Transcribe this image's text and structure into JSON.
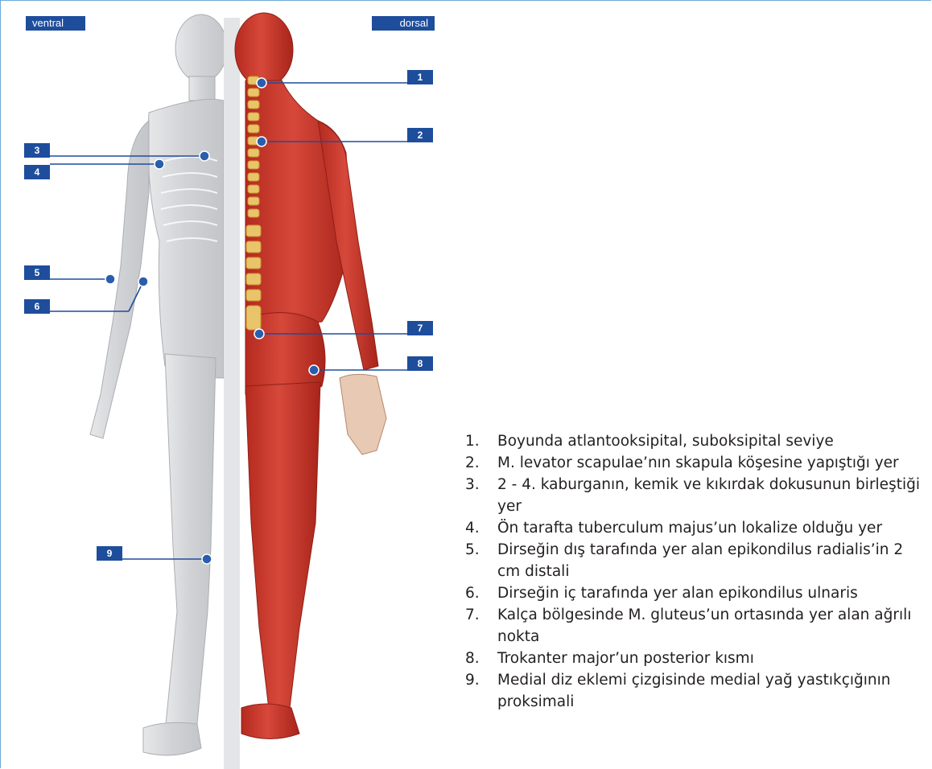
{
  "view_labels": {
    "left": "ventral",
    "right": "dorsal"
  },
  "colors": {
    "label_fill": "#1e4d9c",
    "leader_line": "#1e4d9c",
    "marker_dot": "#2a5dae",
    "muscle": "#c8392b",
    "skeleton_ghost": "#c9cbce",
    "spine": "#e9c46a"
  },
  "markers": [
    "1",
    "2",
    "3",
    "4",
    "5",
    "6",
    "7",
    "8",
    "9"
  ],
  "legend": [
    {
      "num": "1.",
      "text": "Boyunda atlantooksipital, suboksipital seviye"
    },
    {
      "num": "2.",
      "text": "M. levator scapulae’nın skapula köşesine yapıştığı yer"
    },
    {
      "num": "3.",
      "text": "2 - 4. kaburganın, kemik ve kıkırdak dokusunun birleştiği yer"
    },
    {
      "num": "4.",
      "text": "Ön tarafta tuberculum majus’un lokalize olduğu yer"
    },
    {
      "num": "5.",
      "text": "Dirseğin dış tarafında yer alan epikondilus radialis’in 2 cm distali"
    },
    {
      "num": "6.",
      "text": "Dirseğin iç tarafında yer alan epikondilus ulnaris"
    },
    {
      "num": "7.",
      "text": "Kalça bölgesinde M. gluteus’un ortasında yer alan ağrılı nokta"
    },
    {
      "num": "8.",
      "text": "Trokanter major’un posterior kısmı"
    },
    {
      "num": "9.",
      "text": "Medial diz eklemi çizgisinde medial yağ yastıkçığının proksimali"
    }
  ]
}
